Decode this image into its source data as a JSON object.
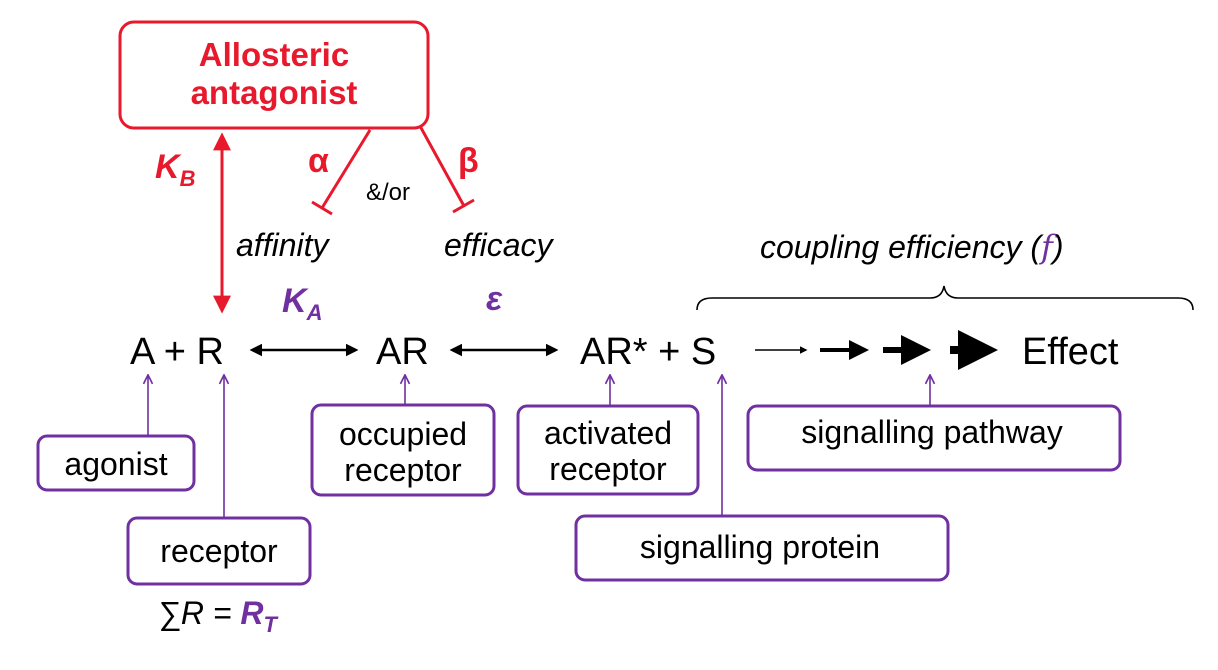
{
  "modulator": {
    "line1": "Allosteric",
    "line2": "antagonist"
  },
  "params": {
    "KB_main": "K",
    "KB_sub": "B",
    "alpha": "α",
    "andor": "&/or",
    "beta": "β",
    "KA_main": "K",
    "KA_sub": "A",
    "epsilon": "ε",
    "RT_main": "R",
    "RT_sub": "T"
  },
  "properties": {
    "affinity": "affinity",
    "efficacy": "efficacy",
    "coupling_prefix": "coupling efficiency (",
    "coupling_symbol": "f",
    "coupling_suffix": ")"
  },
  "scheme": {
    "a_plus_r": "A + R",
    "ar": "AR",
    "ar_star_plus_s": "AR* + S",
    "effect": "Effect"
  },
  "labels": {
    "agonist": "agonist",
    "receptor": "receptor",
    "total_prefix": "∑R = ",
    "occupied_1": "occupied",
    "occupied_2": "receptor",
    "activated_1": "activated",
    "activated_2": "receptor",
    "pathway": "signalling pathway",
    "protein": "signalling protein"
  },
  "colors": {
    "red": "#e8192c",
    "purple": "#7030a0",
    "black": "#000000"
  }
}
